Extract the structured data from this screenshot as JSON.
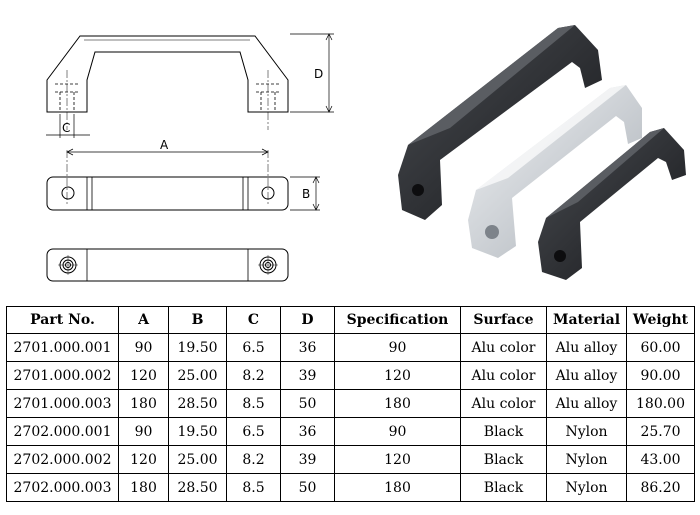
{
  "drawing": {
    "dimension_labels": {
      "a": "A",
      "b": "B",
      "c": "C",
      "d": "D"
    }
  },
  "photo": {
    "icons": [
      "black-large-handle-icon",
      "aluminum-handle-icon",
      "black-small-handle-icon"
    ],
    "colors": {
      "black_handle": "#2b2d30",
      "alu_handle": "#cfd3d8"
    }
  },
  "table": {
    "headers": [
      "Part No.",
      "A",
      "B",
      "C",
      "D",
      "Specification",
      "Surface",
      "Material",
      "Weight"
    ],
    "rows": [
      [
        "2701.000.001",
        "90",
        "19.50",
        "6.5",
        "36",
        "90",
        "Alu color",
        "Alu alloy",
        "60.00"
      ],
      [
        "2701.000.002",
        "120",
        "25.00",
        "8.2",
        "39",
        "120",
        "Alu color",
        "Alu alloy",
        "90.00"
      ],
      [
        "2701.000.003",
        "180",
        "28.50",
        "8.5",
        "50",
        "180",
        "Alu color",
        "Alu alloy",
        "180.00"
      ],
      [
        "2702.000.001",
        "90",
        "19.50",
        "6.5",
        "36",
        "90",
        "Black",
        "Nylon",
        "25.70"
      ],
      [
        "2702.000.002",
        "120",
        "25.00",
        "8.2",
        "39",
        "120",
        "Black",
        "Nylon",
        "43.00"
      ],
      [
        "2702.000.003",
        "180",
        "28.50",
        "8.5",
        "50",
        "180",
        "Black",
        "Nylon",
        "86.20"
      ]
    ]
  }
}
